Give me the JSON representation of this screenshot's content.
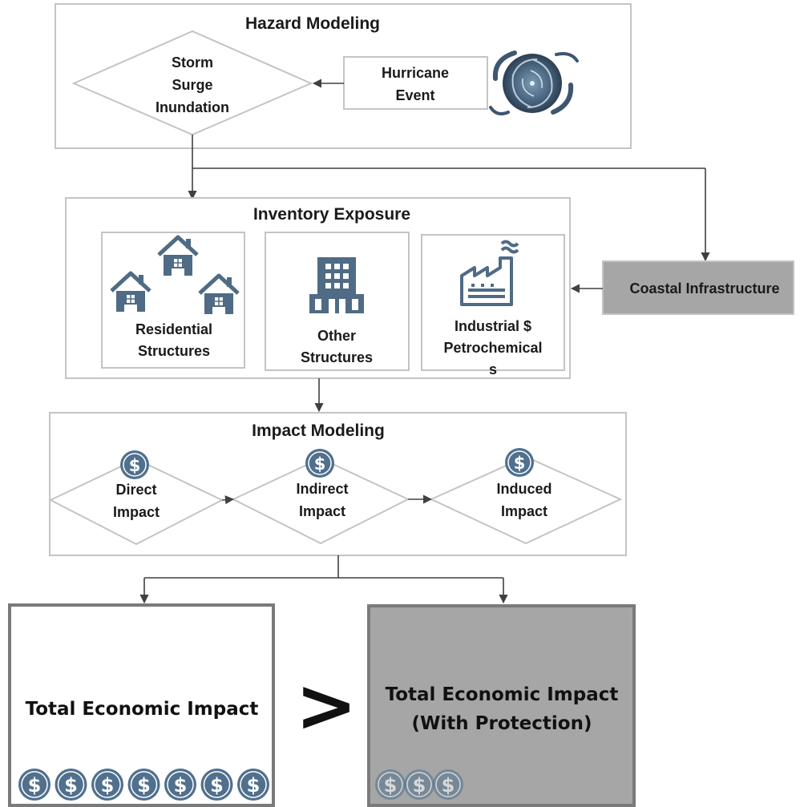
{
  "sections": {
    "hazard": {
      "title": "Hazard Modeling",
      "storm_surge": [
        "Storm",
        "Surge",
        "Inundation"
      ],
      "hurricane_event": [
        "Hurricane",
        "Event"
      ]
    },
    "inventory": {
      "title": "Inventory Exposure",
      "residential": [
        "Residential",
        "Structures"
      ],
      "other": [
        "Other",
        "Structures"
      ],
      "industrial": [
        "Industrial $",
        "Petrochemical",
        "s"
      ]
    },
    "coastal_infrastructure": "Coastal Infrastructure",
    "impact": {
      "title": "Impact Modeling",
      "direct": [
        "Direct",
        "Impact"
      ],
      "indirect": [
        "Indirect",
        "Impact"
      ],
      "induced": [
        "Induced",
        "Impact"
      ]
    },
    "outcome": {
      "without_protection": "Total Economic Impact",
      "comparison_symbol": ">",
      "with_protection": [
        "Total Economic Impact",
        "(With Protection)"
      ],
      "without_protection_coin_count": 7,
      "with_protection_coin_count": 3
    }
  },
  "currency_symbol": "$",
  "icons": [
    "hurricane-icon",
    "house-icon",
    "office-building-icon",
    "factory-icon",
    "dollar-coin-icon"
  ],
  "colors": {
    "icon_blue": "#4f6b85",
    "coin_blue": "#50708e",
    "coastal_box_fill": "#a6a6a6",
    "protected_box_fill": "#a6a6a6",
    "box_border": "#c4c4c4",
    "dark_border": "#7a7a7a"
  }
}
